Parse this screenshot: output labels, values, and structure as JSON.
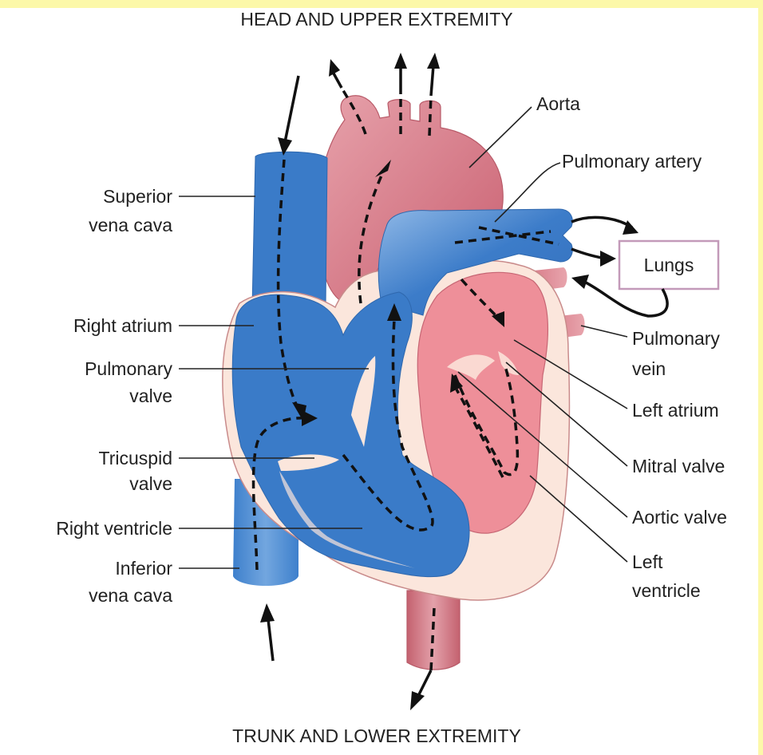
{
  "header": {
    "top_caption": "HEAD AND UPPER EXTREMITY"
  },
  "footer": {
    "bottom_caption": "TRUNK AND LOWER EXTREMITY"
  },
  "labels": {
    "left": [
      [
        "Superior",
        "vena cava"
      ],
      [
        "Right atrium"
      ],
      [
        "Pulmonary",
        "valve"
      ],
      [
        "Tricuspid",
        "valve"
      ],
      [
        "Right ventricle"
      ],
      [
        "Inferior",
        "vena cava"
      ]
    ],
    "right": [
      [
        "Aorta"
      ],
      [
        "Pulmonary artery"
      ],
      [
        "Pulmonary",
        "vein"
      ],
      [
        "Left atrium"
      ],
      [
        "Mitral valve"
      ],
      [
        "Aortic valve"
      ],
      [
        "Left",
        "ventricle"
      ]
    ],
    "lungs": "Lungs"
  },
  "colors": {
    "deoxygenated": "#3a7bc8",
    "oxygenated": "#d8707f",
    "muscle": "#fbe6dc",
    "lungs_border": "#c39ab9",
    "border_accent": "#fcf8a9"
  }
}
